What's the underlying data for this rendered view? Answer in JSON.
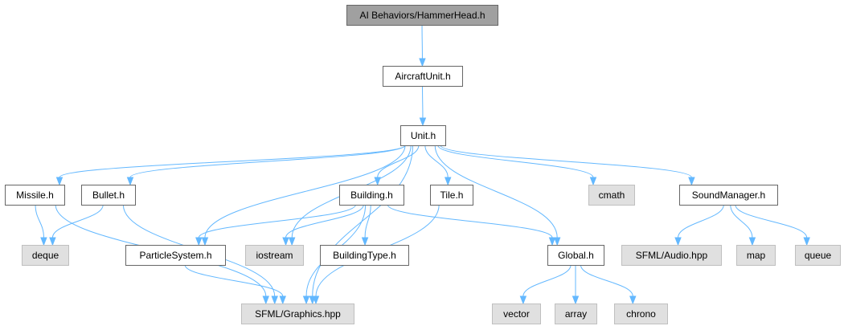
{
  "diagram": {
    "nodes": [
      {
        "id": "hammerhead",
        "label": "AI Behaviors/HammerHead.h",
        "kind": "root"
      },
      {
        "id": "aircraftunit",
        "label": "AircraftUnit.h",
        "kind": "local"
      },
      {
        "id": "unit",
        "label": "Unit.h",
        "kind": "local"
      },
      {
        "id": "missile",
        "label": "Missile.h",
        "kind": "local"
      },
      {
        "id": "bullet",
        "label": "Bullet.h",
        "kind": "local"
      },
      {
        "id": "building",
        "label": "Building.h",
        "kind": "local"
      },
      {
        "id": "tile",
        "label": "Tile.h",
        "kind": "local"
      },
      {
        "id": "cmath",
        "label": "cmath",
        "kind": "system"
      },
      {
        "id": "soundmanager",
        "label": "SoundManager.h",
        "kind": "local"
      },
      {
        "id": "deque",
        "label": "deque",
        "kind": "system"
      },
      {
        "id": "particlesystem",
        "label": "ParticleSystem.h",
        "kind": "local"
      },
      {
        "id": "iostream",
        "label": "iostream",
        "kind": "system"
      },
      {
        "id": "buildingtype",
        "label": "BuildingType.h",
        "kind": "local"
      },
      {
        "id": "global",
        "label": "Global.h",
        "kind": "local"
      },
      {
        "id": "sfmlaudio",
        "label": "SFML/Audio.hpp",
        "kind": "system"
      },
      {
        "id": "map",
        "label": "map",
        "kind": "system"
      },
      {
        "id": "queue",
        "label": "queue",
        "kind": "system"
      },
      {
        "id": "sfmlgraphics",
        "label": "SFML/Graphics.hpp",
        "kind": "system"
      },
      {
        "id": "vector",
        "label": "vector",
        "kind": "system"
      },
      {
        "id": "array",
        "label": "array",
        "kind": "system"
      },
      {
        "id": "chrono",
        "label": "chrono",
        "kind": "system"
      }
    ],
    "edges": [
      [
        "hammerhead",
        "aircraftunit"
      ],
      [
        "aircraftunit",
        "unit"
      ],
      [
        "unit",
        "missile"
      ],
      [
        "unit",
        "bullet"
      ],
      [
        "unit",
        "building"
      ],
      [
        "unit",
        "tile"
      ],
      [
        "unit",
        "cmath"
      ],
      [
        "unit",
        "soundmanager"
      ],
      [
        "unit",
        "particlesystem"
      ],
      [
        "unit",
        "iostream"
      ],
      [
        "unit",
        "global"
      ],
      [
        "unit",
        "sfmlgraphics"
      ],
      [
        "missile",
        "deque"
      ],
      [
        "missile",
        "sfmlgraphics"
      ],
      [
        "bullet",
        "deque"
      ],
      [
        "bullet",
        "sfmlgraphics"
      ],
      [
        "building",
        "particlesystem"
      ],
      [
        "building",
        "iostream"
      ],
      [
        "building",
        "buildingtype"
      ],
      [
        "building",
        "global"
      ],
      [
        "building",
        "sfmlgraphics"
      ],
      [
        "tile",
        "sfmlgraphics"
      ],
      [
        "particlesystem",
        "sfmlgraphics"
      ],
      [
        "soundmanager",
        "sfmlaudio"
      ],
      [
        "soundmanager",
        "map"
      ],
      [
        "soundmanager",
        "queue"
      ],
      [
        "global",
        "vector"
      ],
      [
        "global",
        "array"
      ],
      [
        "global",
        "chrono"
      ]
    ]
  }
}
